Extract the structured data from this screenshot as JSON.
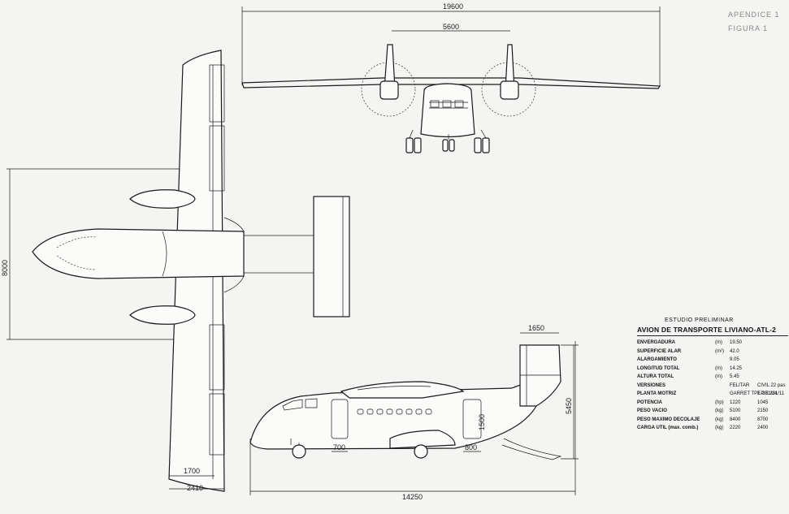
{
  "reference": {
    "apendice": "APENDICE  1",
    "figura": "FIGURA    1"
  },
  "dimensions": {
    "span": "19600",
    "nacelle_spacing": "5600",
    "width": "8000",
    "tail_width": "1650",
    "height": "5450",
    "door_height": "1500",
    "door_width": "700",
    "rear_door_width": "800",
    "wing_chord_root": "2410",
    "wing_chord_tip": "1700",
    "length": "14250"
  },
  "spec": {
    "study": "ESTUDIO PRELIMINAR",
    "title": "AVION DE TRANSPORTE LIVIANO-ATL-2",
    "rows": [
      {
        "label": "ENVERGADURA",
        "unit": "(m)",
        "v1": "19.50",
        "v2": ""
      },
      {
        "label": "SUPERFICIE ALAR",
        "unit": "(m²)",
        "v1": "42.0",
        "v2": ""
      },
      {
        "label": "ALARGAMIENTO",
        "unit": "",
        "v1": "9.05",
        "v2": ""
      },
      {
        "label": "LONGITUD TOTAL",
        "unit": "(m)",
        "v1": "14.25",
        "v2": ""
      },
      {
        "label": "ALTURA TOTAL",
        "unit": "(m)",
        "v1": "5.45",
        "v2": ""
      },
      {
        "label": "VERSIONES",
        "unit": "",
        "v1": "FELITAR",
        "v2": "CIVIL 22 pas"
      },
      {
        "label": "PLANTA MOTRIZ",
        "unit": "",
        "v1": "GARRET TPE-331/14",
        "v2": "T.P.E.331/11"
      },
      {
        "label": "POTENCIA",
        "unit": "(hp)",
        "v1": "1220",
        "v2": "1045"
      },
      {
        "label": "PESO VACIO",
        "unit": "(kg)",
        "v1": "5100",
        "v2": "2150"
      },
      {
        "label": "PESO MAXIMO DECOLAJE",
        "unit": "(kg)",
        "v1": "8400",
        "v2": "8700"
      },
      {
        "label": "CARGA UTIL (max. comb.)",
        "unit": "(kg)",
        "v1": "2220",
        "v2": "2400"
      }
    ]
  }
}
